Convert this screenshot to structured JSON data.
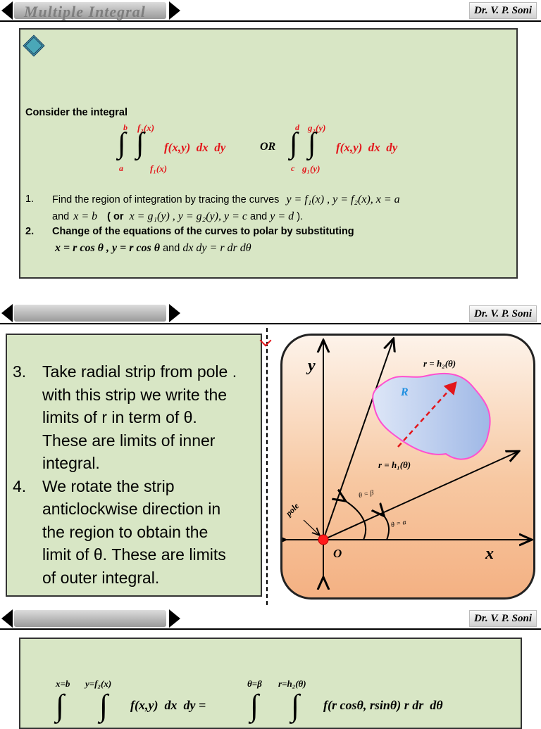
{
  "header1": {
    "title": "Multiple Integral",
    "author": "Dr. V. P. Soni"
  },
  "header2": {
    "author": "Dr. V. P. Soni"
  },
  "header3": {
    "author": "Dr. V. P. Soni"
  },
  "slide1": {
    "intro": "Consider the integral",
    "or_label": "OR",
    "integral1": {
      "upper_outer": "b",
      "lower_outer": "a",
      "upper_inner": "f₂(x)",
      "lower_inner": "f₁(x)",
      "integrand": "f(x,y)  dx  dy"
    },
    "integral2": {
      "upper_outer": "d",
      "lower_outer": "c",
      "upper_inner": "g₂(y)",
      "lower_inner": "g₁(y)",
      "integrand": "f(x,y)  dx  dy"
    },
    "step1_num": "1.",
    "step1_text_a": "Find the region of integration by tracing the curves",
    "step1_math_a": "y = f₁(x) , y = f₂(x), x = a",
    "step1_text_b": "and",
    "step1_math_b": "x = b",
    "step1_or": "( or",
    "step1_math_c": "x = g₁(y) , y = g₂(y), y = c",
    "step1_and": "and",
    "step1_math_d": "y = d",
    "step1_end": ").",
    "step2_num": "2.",
    "step2_text": "Change of the equations of the curves to polar by substituting",
    "step2_math": "x = r cos θ , y = r cos θ",
    "step2_and": "and",
    "step2_math_b": "dx dy = r dr dθ"
  },
  "slide2": {
    "items": [
      {
        "num": "3.",
        "lines": [
          "Take radial strip from pole .",
          "with this strip we write the",
          "limits of r in term of θ.",
          "These are limits of inner",
          "integral."
        ]
      },
      {
        "num": "4.",
        "lines": [
          "We rotate the strip",
          "anticlockwise direction in",
          "the region to obtain the",
          "limit of θ. These are limits",
          "of outer integral."
        ]
      }
    ],
    "diagram": {
      "y_label": "y",
      "x_label": "x",
      "origin_label": "O",
      "pole_label": "pole",
      "region_label": "R",
      "outer_curve": "r = h₂(θ)",
      "inner_curve": "r = h₁(θ)",
      "angle_beta": "θ = β",
      "angle_alpha": "θ = α"
    }
  },
  "slide3": {
    "lhs_upper_outer": "x=b",
    "lhs_upper_inner": "y=f₂(x)",
    "lhs_integrand": "f(x,y)  dx  dy =",
    "rhs_upper_outer": "θ=β",
    "rhs_upper_inner": "r=h₂(θ)",
    "rhs_integrand": "f(r cosθ, rsinθ) r dr  dθ"
  },
  "colors": {
    "panel": "#d8e6c5",
    "accent_red": "#e3161b",
    "region_blue": "#b4c9ec",
    "region_border": "#ff4fd0"
  }
}
